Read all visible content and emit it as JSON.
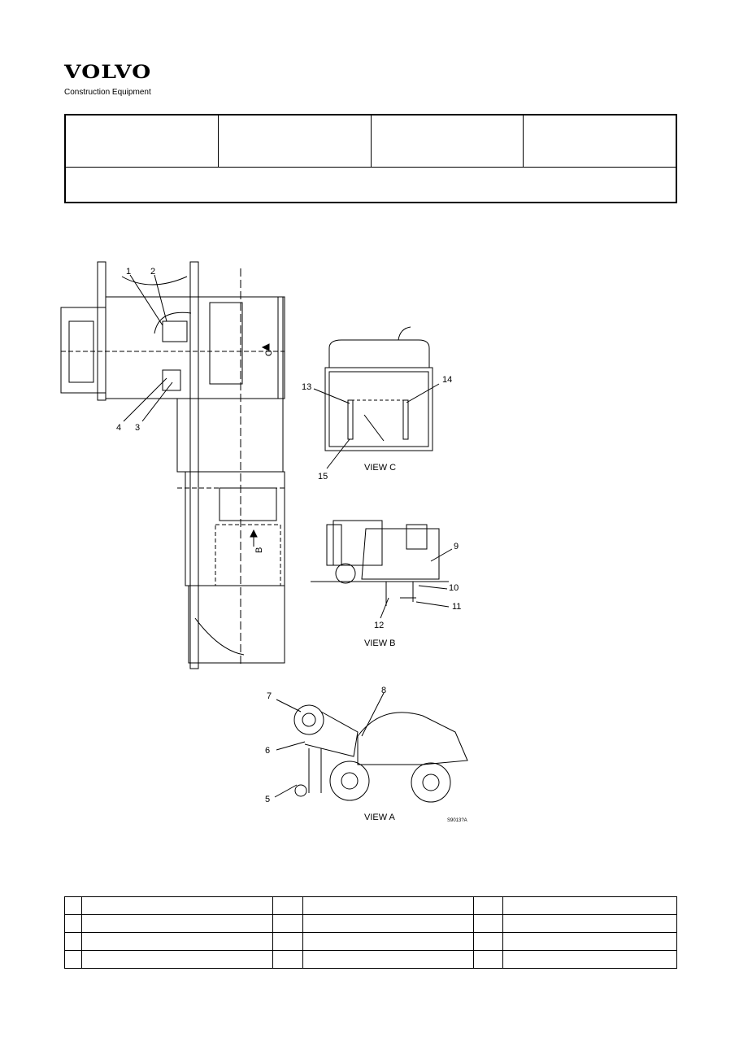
{
  "header": {
    "brand": "VOLVO",
    "subtitle": "Construction Equipment"
  },
  "drawing": {
    "callouts": [
      "1",
      "2",
      "3",
      "4",
      "5",
      "6",
      "7",
      "8",
      "9",
      "10",
      "11",
      "12",
      "13",
      "14",
      "15"
    ],
    "views": {
      "a": "VIEW A",
      "b": "VIEW B",
      "c": "VIEW C"
    },
    "view_arrows": {
      "b": "B",
      "c": "C"
    },
    "drawing_code": "S9013?A"
  },
  "parts_table": {
    "rows": [
      [
        "",
        "",
        "",
        "",
        "",
        ""
      ],
      [
        "",
        "",
        "",
        "",
        "",
        ""
      ],
      [
        "",
        "",
        "",
        "",
        "",
        ""
      ],
      [
        "",
        "",
        "",
        "",
        "",
        ""
      ]
    ]
  }
}
